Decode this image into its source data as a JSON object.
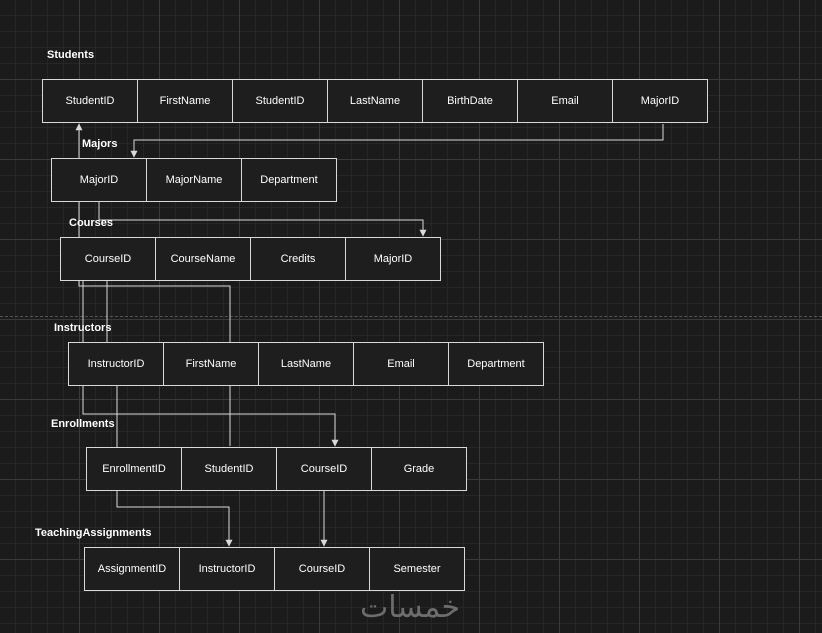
{
  "tables": [
    {
      "title": "Students",
      "columns": [
        "StudentID",
        "FirstName",
        "StudentID",
        "LastName",
        "BirthDate",
        "Email",
        "MajorID"
      ]
    },
    {
      "title": "Majors",
      "columns": [
        "MajorID",
        "MajorName",
        "Department"
      ]
    },
    {
      "title": "Courses",
      "columns": [
        "CourseID",
        "CourseName",
        "Credits",
        "MajorID"
      ]
    },
    {
      "title": "Instructors",
      "columns": [
        "InstructorID",
        "FirstName",
        "LastName",
        "Email",
        "Department"
      ]
    },
    {
      "title": "Enrollments",
      "columns": [
        "EnrollmentID",
        "StudentID",
        "CourseID",
        "Grade"
      ]
    },
    {
      "title": "TeachingAssignments",
      "columns": [
        "AssignmentID",
        "InstructorID",
        "CourseID",
        "Semester"
      ]
    }
  ],
  "watermark": "خمسات",
  "colors": {
    "background": "#1b1b1b",
    "border": "#d9d9d9",
    "connector": "#d9d9d9"
  }
}
